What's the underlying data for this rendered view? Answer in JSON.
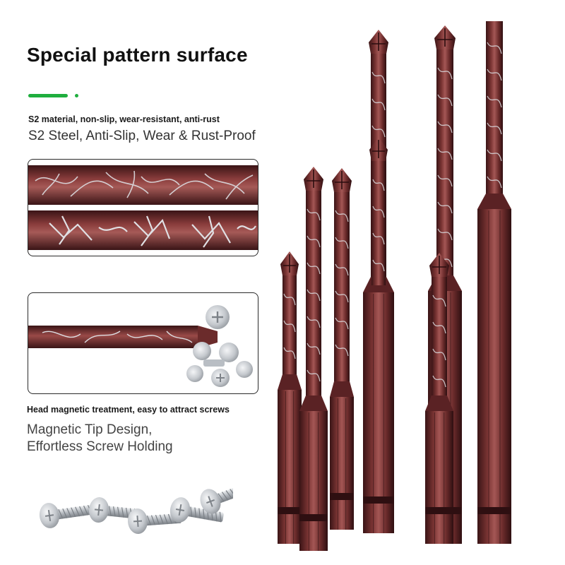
{
  "headline": "Special pattern surface",
  "feature_1": {
    "title": "S2 material, non-slip, wear-resistant, anti-rust",
    "subtitle": "S2 Steel, Anti-Slip, Wear & Rust-Proof"
  },
  "feature_2": {
    "title": "Head magnetic treatment, easy to attract screws",
    "subtitle_line_1": "Magnetic Tip Design,",
    "subtitle_line_2": "Effortless Screw Holding"
  },
  "colors": {
    "accent": "#1fae3e",
    "bit_metal": "#6b2b2b",
    "bit_dark": "#4a1a1c",
    "bit_light": "#9a4a48",
    "pattern": "#d8d8dc",
    "screw": "#c9cdd2"
  },
  "icons": [
    "phillips-screwdriver-bit-icon",
    "pan-head-screw-icon"
  ]
}
